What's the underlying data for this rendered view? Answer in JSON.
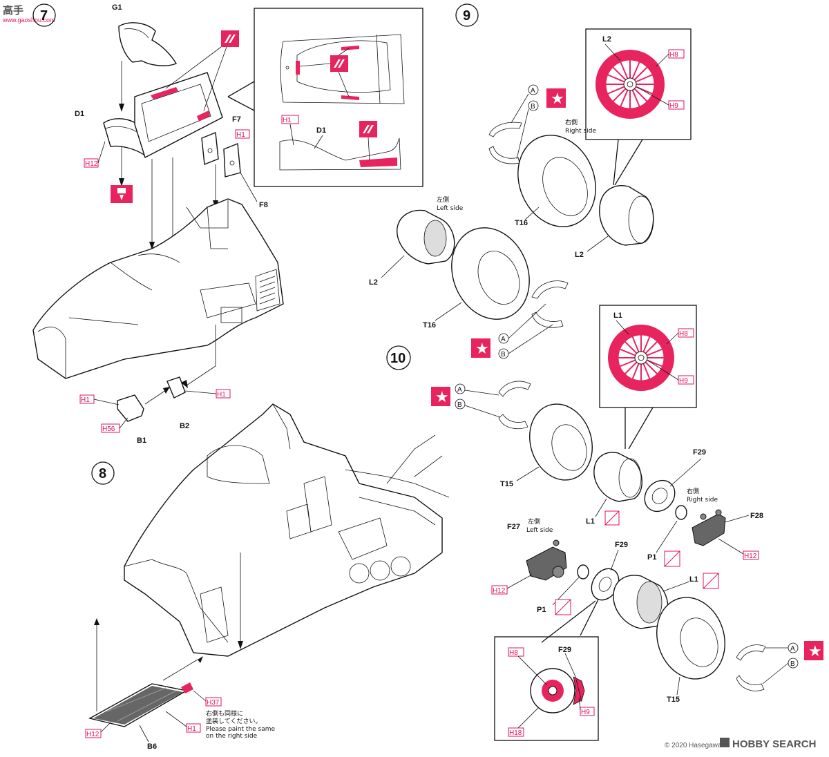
{
  "watermark_top": {
    "brand": "高手",
    "url": "www.gaoshou.com"
  },
  "watermark_bottom": {
    "credit": "© 2020 Hasegawa",
    "brand": "HOBBY SEARCH"
  },
  "steps": [
    {
      "number": "7"
    },
    {
      "number": "8"
    },
    {
      "number": "9"
    },
    {
      "number": "10"
    }
  ],
  "step7": {
    "parts": [
      "G1",
      "D1",
      "F7",
      "F8",
      "B1",
      "B2"
    ],
    "paint": {
      "h12": "H12",
      "h1_f": "H1",
      "h1_b1": "H1",
      "h1_b2": "H1",
      "h56": "H56",
      "h1_inset": "H1"
    },
    "inset_part": "D1"
  },
  "step8": {
    "parts": [
      "B6"
    ],
    "paint": {
      "h12": "H12",
      "h1": "H1",
      "h37": "H37"
    },
    "note_jp_1": "右側も同様に",
    "note_jp_2": "塗装してください。",
    "note_en_1": "Please paint the same",
    "note_en_2": "on the right side"
  },
  "step9": {
    "wheel_inset": {
      "part": "L2",
      "paint_a": "H8",
      "paint_b": "H9"
    },
    "right": {
      "jp": "右側",
      "en": "Right side",
      "tire": "T16",
      "wheel": "L2"
    },
    "left": {
      "jp": "左側",
      "en": "Left side",
      "tire": "T16",
      "wheel": "L2"
    },
    "marks": [
      "A",
      "B"
    ]
  },
  "step10": {
    "wheel_inset": {
      "part": "L1",
      "paint_a": "H8",
      "paint_b": "H9"
    },
    "hub_inset": {
      "part": "F29",
      "paint_a": "H8",
      "paint_b": "H18",
      "paint_c": "H9"
    },
    "left": {
      "jp": "左側",
      "en": "Left side",
      "upright": "F27",
      "paint": "H12"
    },
    "right": {
      "jp": "右側",
      "en": "Right side",
      "upright": "F28",
      "paint": "H12"
    },
    "parts": {
      "tire_top": "T15",
      "tire_bottom": "T15",
      "wheel_top": "L1",
      "wheel_bottom": "L1",
      "hub_top": "F29",
      "hub_bottom": "F29",
      "pin_left": "P1",
      "pin_right": "P1"
    },
    "marks": [
      "A",
      "B"
    ]
  },
  "colors": {
    "accent": "#e8245f",
    "line": "#111111",
    "paint_code": "#e0115f"
  },
  "icons": [
    "star-mark-icon",
    "no-glue-icon",
    "decal-icon",
    "paint-dropper-icon",
    "assembly-arrow-icon"
  ]
}
